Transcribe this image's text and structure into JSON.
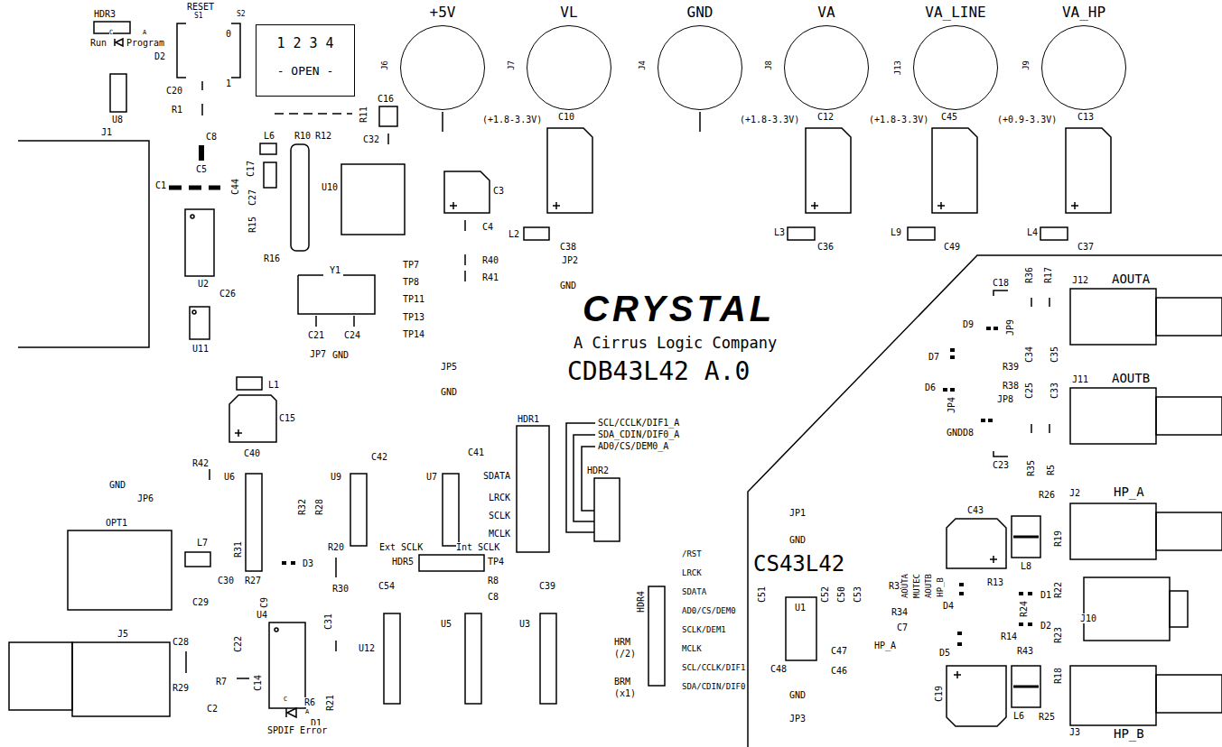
{
  "diagram": {
    "nodes": [
      {
        "text": [
          "1 2 3 4",
          "- OPEN -"
        ]
      },
      {
        "text": [
          "+5V",
          "J6"
        ]
      },
      {
        "text": [
          "VL",
          "J7",
          "(+1.8-3.3V)"
        ]
      },
      {
        "text": [
          "GND",
          "J4"
        ]
      },
      {
        "text": [
          "VA",
          "J8",
          "(+1.8-3.3V)"
        ]
      },
      {
        "text": [
          "VA_LINE",
          "J13",
          "(+1.8-3.3V)"
        ]
      },
      {
        "text": [
          "VA_HP",
          "J9",
          "(+0.9-3.3V)"
        ]
      }
    ],
    "labels": [
      "HDR3",
      "RESET",
      "S1",
      "Run",
      "C",
      "Program",
      "A",
      "D2",
      "U8",
      "C20",
      "R1",
      "J1",
      "C8",
      "C5",
      "C1",
      "C44",
      "U2",
      "C26",
      "U11",
      "S2",
      "0",
      "1",
      "C16",
      "R11",
      "C32",
      "L6",
      "R10",
      "R12",
      "C17",
      "C27",
      "R15",
      "R16",
      "U10",
      "Y1",
      "C21",
      "C24",
      "JP7",
      "GND",
      "TP7",
      "TP8",
      "TP11",
      "TP13",
      "TP14",
      "C3",
      "C4",
      "R40",
      "R41",
      "L2",
      "C38",
      "JP2",
      "GND",
      "C10",
      "C12",
      "C45",
      "C13",
      "L3",
      "C36",
      "L9",
      "C49",
      "L4",
      "C37",
      "CRYSTAL",
      "A Cirrus Logic Company",
      "CDB43L42 A.0",
      "L1",
      "C15",
      "C40",
      "JP5",
      "GND",
      "C42",
      "C41",
      "R42",
      "U6",
      "U9",
      "U7",
      "GND",
      "JP6",
      "OPT1",
      "R32",
      "R28",
      "L7",
      "R31",
      "C30",
      "R27",
      "C29",
      "D3",
      "R20",
      "R30",
      "C9",
      "U4",
      "C31",
      "C22",
      "C14",
      "R7",
      "C2",
      "C",
      "R6",
      "A",
      "D1",
      "R21",
      "SPDIF Error",
      "J5",
      "C28",
      "R29",
      "HDR1",
      "SDATA",
      "LRCK",
      "SCLK",
      "MCLK",
      "HDR2",
      "SCL/CCLK/DIF1_A",
      "SDA_CDIN/DIF0_A",
      "AD0/CS/DEM0_A",
      "Ext SCLK",
      "Int SCLK",
      "HDR5",
      "TP4",
      "R8",
      "C8",
      "C54",
      "C39",
      "U12",
      "U5",
      "U3",
      "HDR4",
      "HRM",
      "(/2)",
      "BRM",
      "(x1)",
      "/RST",
      "LRCK",
      "SDATA",
      "AD0/CS/DEM0",
      "SCLK/DEM1",
      "MCLK",
      "SCL/CCLK/DIF1",
      "SDA/CDIN/DIF0",
      "JP1",
      "GND",
      "CS43L42",
      "U1",
      "C51",
      "C52",
      "C50",
      "C53",
      "C48",
      "C47",
      "C46",
      "GND",
      "JP3",
      "R33",
      "R34",
      "C7",
      "HP_A",
      "AOUTA",
      "MUTEC",
      "AOUTB",
      "HP_B",
      "C43",
      "R26",
      "L8",
      "R13",
      "D4",
      "R19",
      "R22",
      "D1",
      "R24",
      "D2",
      "R14",
      "R43",
      "R23",
      "D5",
      "J10",
      "C19",
      "L6",
      "R18",
      "R25",
      "J3",
      "HP_B",
      "J2",
      "HP_A",
      "J12",
      "AOUTA",
      "J11",
      "AOUTB",
      "C18",
      "R36",
      "R17",
      "D9",
      "JP9",
      "C34",
      "C35",
      "D7",
      "R39",
      "R38",
      "C25",
      "C33",
      "D6",
      "JP8",
      "D8",
      "JP4",
      "GND",
      "C23",
      "R35",
      "R5"
    ]
  }
}
